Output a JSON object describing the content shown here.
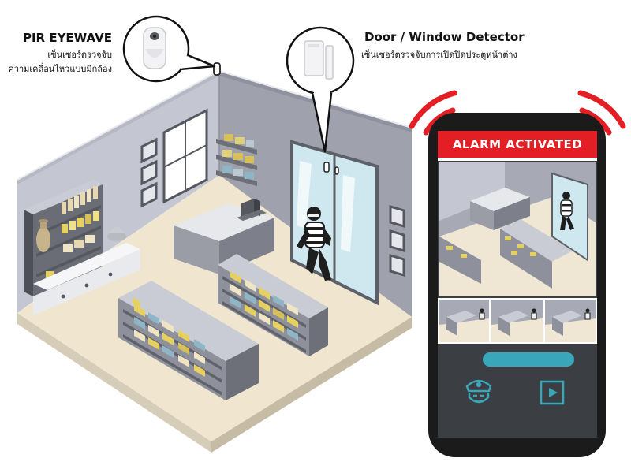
{
  "pir_detector": {
    "title": "PIR EYEWAVE",
    "subtitle_line1": "เซ็นเซอร์ตรวจจับ",
    "subtitle_line2": "ความเคลื่อนไหวแบบมีกล้อง"
  },
  "door_detector": {
    "title": "Door / Window Detector",
    "subtitle_line1": "เซ็นเซอร์ตรวจจับการเปิดปิดประตูหน้าต่าง"
  },
  "phone": {
    "banner_label": "ALARM ACTIVATED",
    "icons": [
      "police-icon",
      "play-icon"
    ],
    "colors": {
      "banner": "#e31e24",
      "accent": "#3aa6b9",
      "screen": "#3b3e42",
      "frame": "#1b1b1b"
    }
  }
}
